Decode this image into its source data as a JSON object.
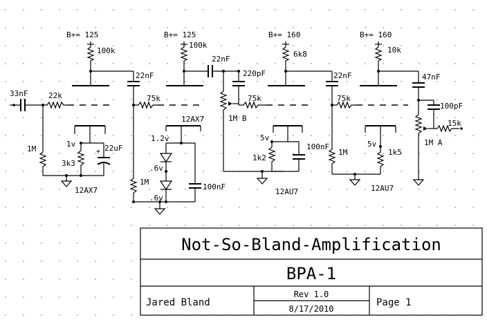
{
  "rails": {
    "b1": "B+= 125",
    "b2": "B+= 125",
    "b3": "B+= 160",
    "b4": "B+= 160"
  },
  "components": {
    "plate_r1": "100k",
    "plate_r2": "100k",
    "plate_r3": "6k8",
    "plate_r4": "10k",
    "c_out1": "22nF",
    "c_mid2": "22nF",
    "c_bright": "220pF",
    "c_out3": "22nF",
    "c_out4": "47nF",
    "c_in": "33nF",
    "r_in": "22k",
    "r_grid2": "75k",
    "r_grid3": "75k",
    "r_grid4": "75k",
    "pot_b": "1M B",
    "c_bright2": "100pF",
    "r_15k": "15k",
    "pot_a": "1M A",
    "r_gl1": "1M",
    "cath_v1": "1v",
    "r_k1": "3k3",
    "c_k1": "22uF",
    "tube1": "12AX7",
    "v_12": "1.2v",
    "v_6a": ".6v",
    "v_6b": ".6v",
    "r_gl2": "1M",
    "c_k2": "100nF",
    "tube2": "12AX7",
    "cath_v3": "5v",
    "r_k3": "1k2",
    "c_k3": "100nF",
    "tube3": "12AU7",
    "r_gl4": "1M",
    "cath_v4": "5v",
    "r_k4": "1k5",
    "tube4": "12AU7"
  },
  "title_block": {
    "company": "Not-So-Bland-Amplification",
    "model": "BPA-1",
    "author": "Jared Bland",
    "rev": "Rev 1.0",
    "date": "8/17/2010",
    "page": "Page 1"
  }
}
